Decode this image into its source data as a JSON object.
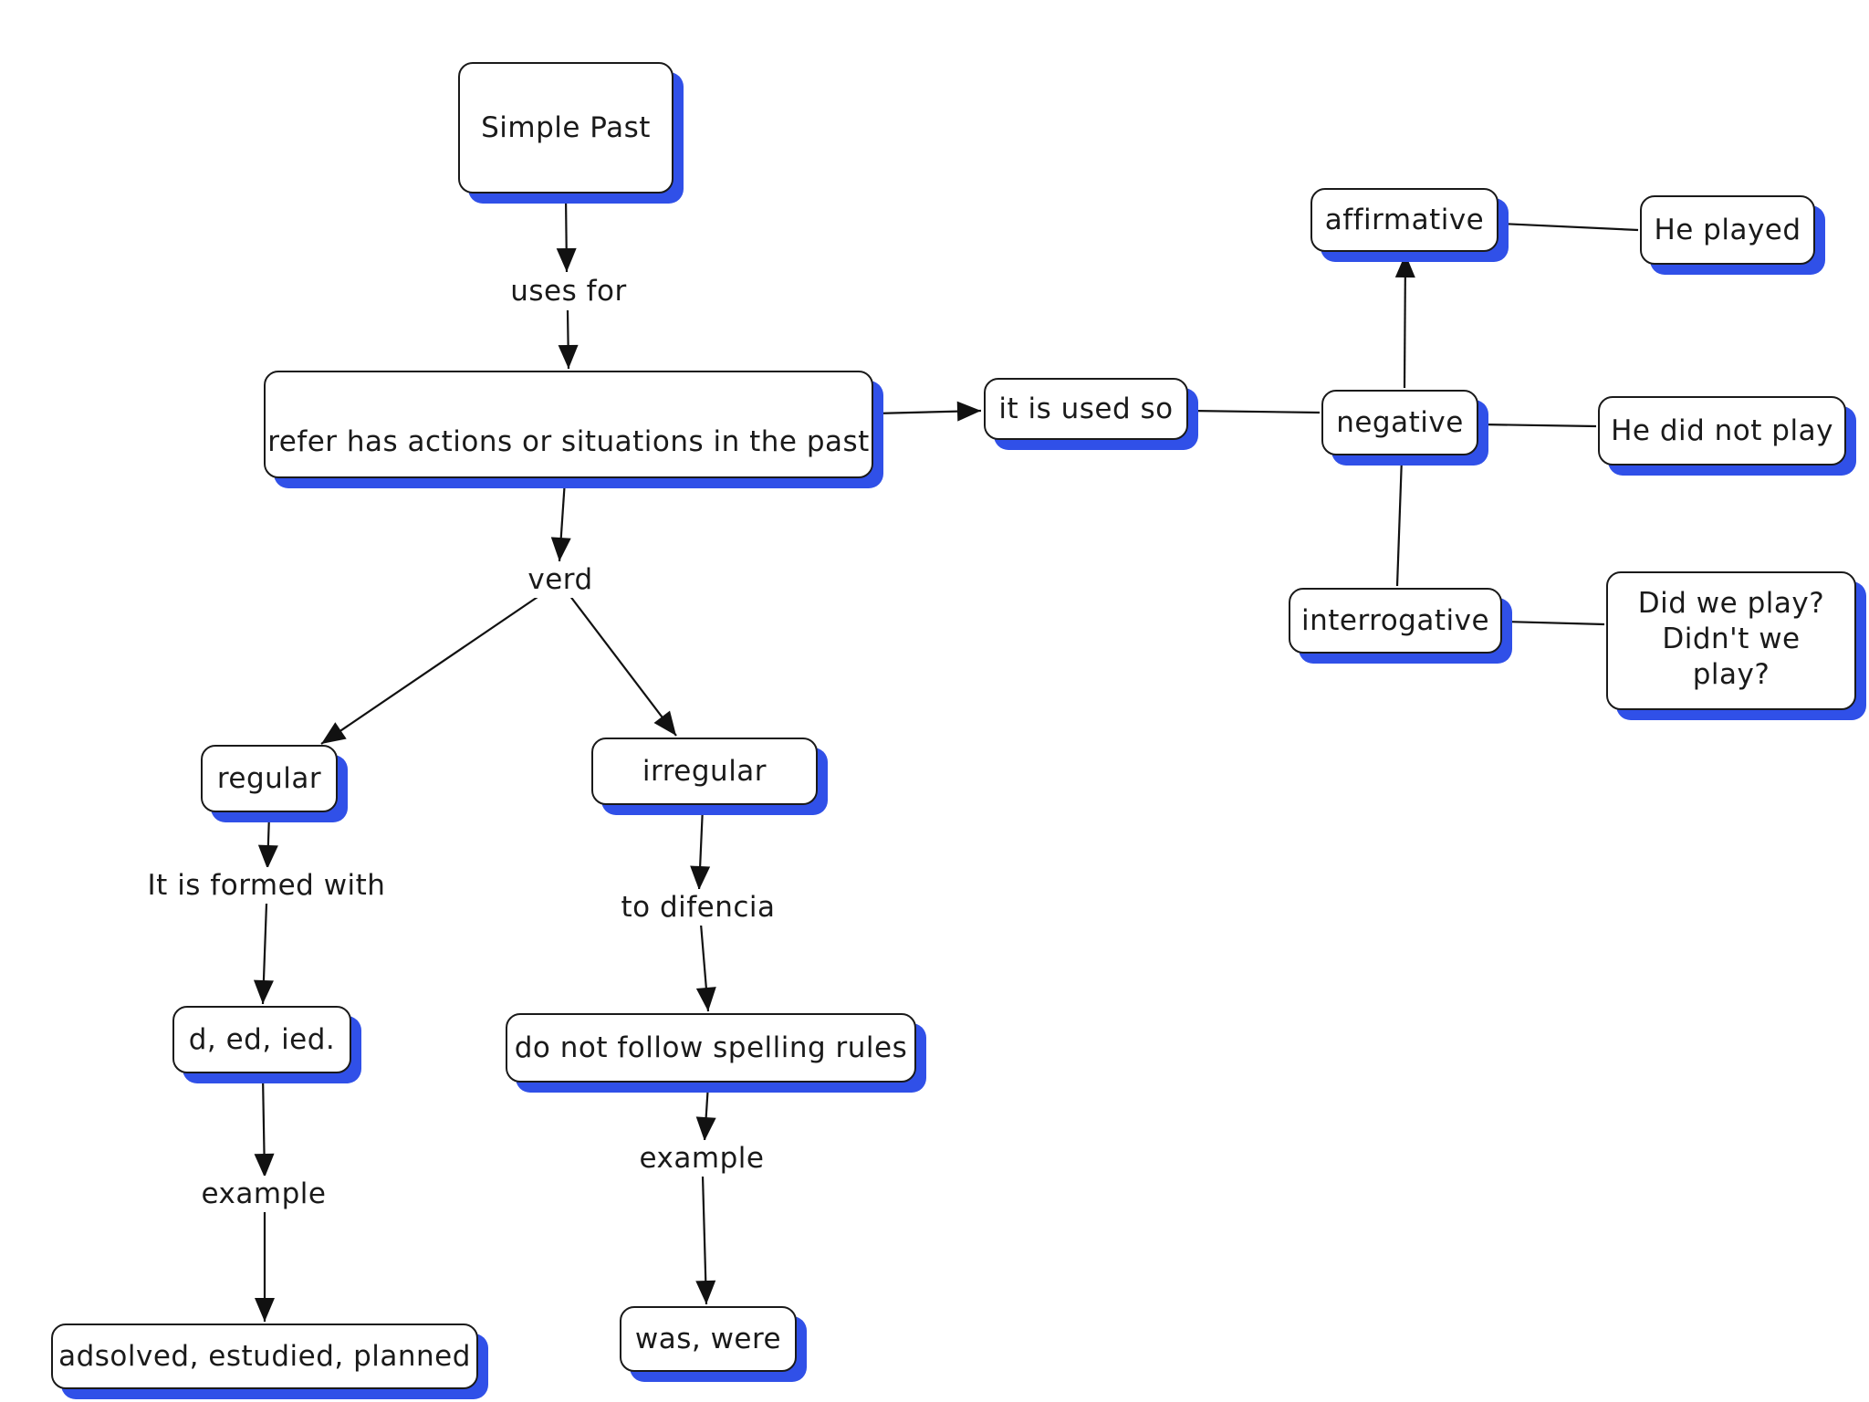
{
  "diagram": {
    "nodes": {
      "simple_past": "Simple Past",
      "refer": "refer has actions or situations in the past",
      "regular": "regular",
      "irregular": "irregular",
      "d_ed_ied": "d, ed, ied.",
      "adsolved": "adsolved, estudied, planned",
      "do_not_follow": "do not follow spelling rules",
      "was_were": "was, were",
      "it_is_used_so": "it is used so",
      "negative": "negative",
      "affirmative": "affirmative",
      "interrogative": "interrogative",
      "he_played": "He played",
      "he_did_not_play": "He did not play",
      "did_we_play": "Did we play?\nDidn't we play?"
    },
    "link_labels": {
      "uses_for": "uses for",
      "verd": "verd",
      "formed_with": "It is formed with",
      "to_difencia": "to difencia",
      "example_regular": "example",
      "example_irregular": "example"
    },
    "colors": {
      "node_border": "#1a1a1a",
      "node_shadow": "#3050e8",
      "edge": "#111111",
      "text": "#1a1a1a"
    }
  }
}
